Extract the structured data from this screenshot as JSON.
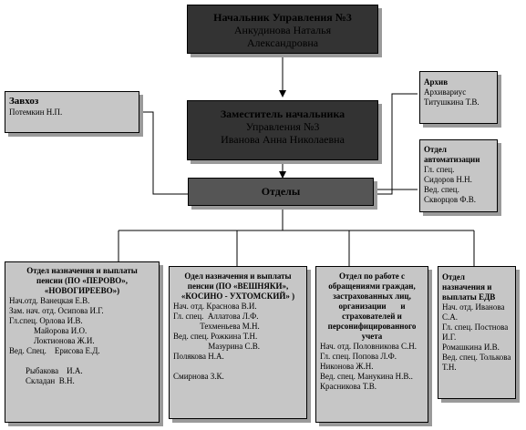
{
  "head": {
    "title": "Начальник Управления №3",
    "lines": [
      "Анкудинова Наталья",
      "Александровна"
    ]
  },
  "deputy": {
    "title": "Заместитель начальника",
    "lines": [
      "Управления №3",
      "Иванова Анна Николаевна"
    ]
  },
  "departments": {
    "title": "Отделы"
  },
  "zavhoz": {
    "title": "Завхоз",
    "lines": [
      "Потемкин Н.П."
    ]
  },
  "archive": {
    "title": "Архив",
    "lines": [
      "Архивариус",
      "Титушкина Т.В."
    ]
  },
  "automation": {
    "title": "Отдел",
    "title2": "автоматизации",
    "lines": [
      "Гл. спец.",
      "Сидоров Н.Н.",
      "Вед. спец.",
      "Скворцов Ф.В."
    ]
  },
  "dept1": {
    "title": [
      "Отдел назначения и выплаты",
      "пенсии (ПО «ПЕРОВО»,",
      "«НОВОГИРЕЕВО»)"
    ],
    "lines": [
      "Нач.отд. Ванецкая Е.В.",
      "Зам. нач. отд. Осипова И.Г.",
      "Гл.спец. Орлова И.В.",
      "            Майорова И.О.",
      "            Локтионова Ж.И.",
      "Вед. Спец.    Ериcова Е.Д.",
      "",
      "        Рыбакова    И.А.",
      "        Складан  В.Н."
    ]
  },
  "dept2": {
    "title": [
      "Одел назначения и выплаты",
      "пенсии (ПО «ВЕШНЯКИ»,",
      "«КОСИНО - УХТОМСКИЙ» )"
    ],
    "lines": [
      "Нач. отд. Краснова В.И.",
      "Гл. спец.  Аллатова Л.Ф.",
      "             Техменьева М.Н.",
      "Вед. спец. Рожкина Т.Н.",
      "                 Мазурина С.В.",
      "Полякова Н.А.",
      "",
      "Смирнова З.К."
    ]
  },
  "dept3": {
    "title": [
      "Отдел по работе с",
      "обращениями граждан,",
      "застрахованных лиц,",
      "организации       и",
      "страхователей и",
      "персонифицированного",
      "учета"
    ],
    "lines": [
      "Нач. отд. Половникова С.Н.",
      "Гл. спец. Попова Л.Ф.",
      "Никонова Ж.Н.",
      "Вед. спец. Манукина Н.В..",
      "Красникова Т.В."
    ]
  },
  "dept4": {
    "title": [
      "Отдел",
      "назначения и",
      "выплаты ЕДВ"
    ],
    "lines": [
      "Нач. отд. Иванова",
      "С.А.",
      "Гл. спец. Постнова",
      "И.Г.",
      "Ромашкина И.В.",
      "Вед. спец. Толькова",
      "Т.Н."
    ]
  }
}
